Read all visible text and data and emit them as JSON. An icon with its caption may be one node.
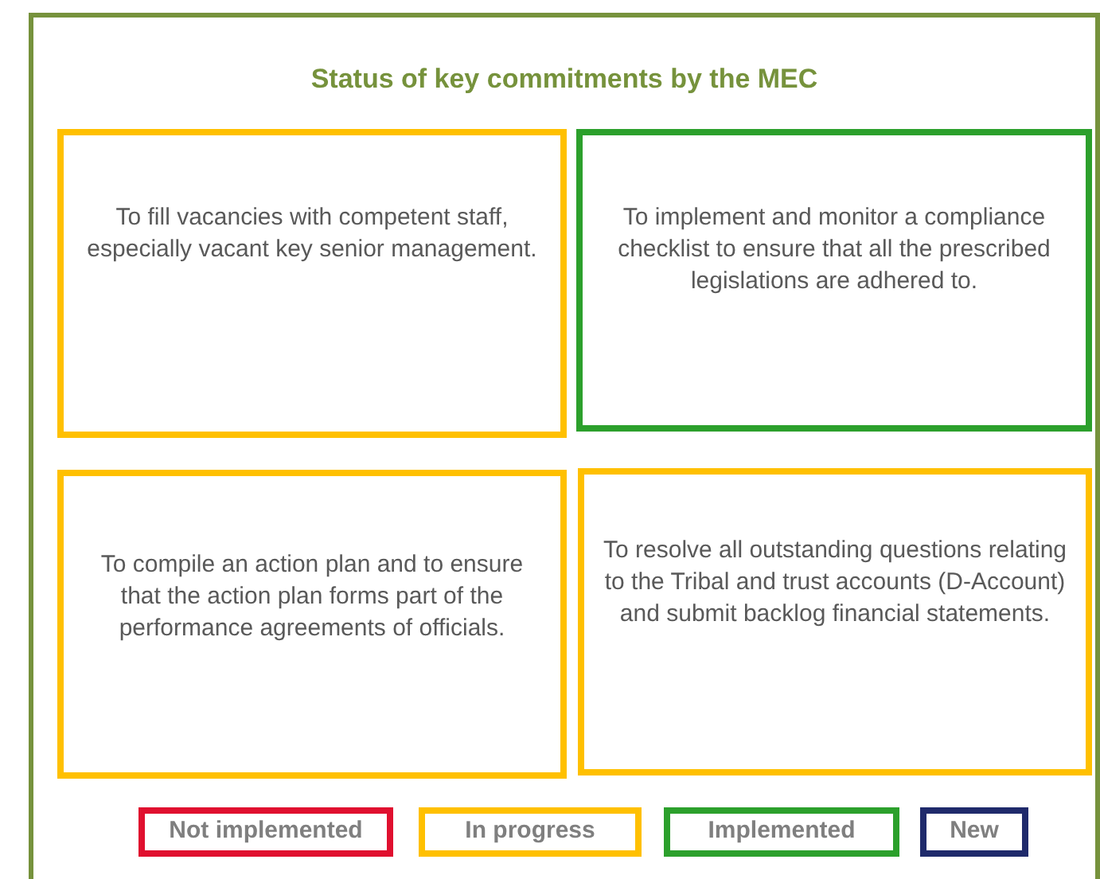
{
  "diagram": {
    "nodes": [
      {
        "text": [
          "Status of key commitments by the MEC"
        ]
      },
      {
        "text": [
          "To fill vacancies with competent staff, especially vacant key senior management."
        ],
        "in": 0
      },
      {
        "text": [
          "To implement and monitor a compliance checklist to ensure that all the prescribed legislations are adhered to."
        ],
        "in": 0
      },
      {
        "text": [
          "To compile an action plan and to ensure that the action plan forms part of the performance agreements of officials."
        ],
        "in": 0
      },
      {
        "text": [
          "To resolve all outstanding questions relating to the Tribal and trust accounts (D-Account) and submit backlog financial statements."
        ],
        "in": 0
      }
    ],
    "legend": [
      {
        "text": "Not implemented",
        "color": "#e0102f"
      },
      {
        "text": "In progress",
        "color": "#ffc000"
      },
      {
        "text": "Implemented",
        "color": "#2ca02c"
      },
      {
        "text": "New",
        "color": "#1f2a6b"
      }
    ]
  }
}
